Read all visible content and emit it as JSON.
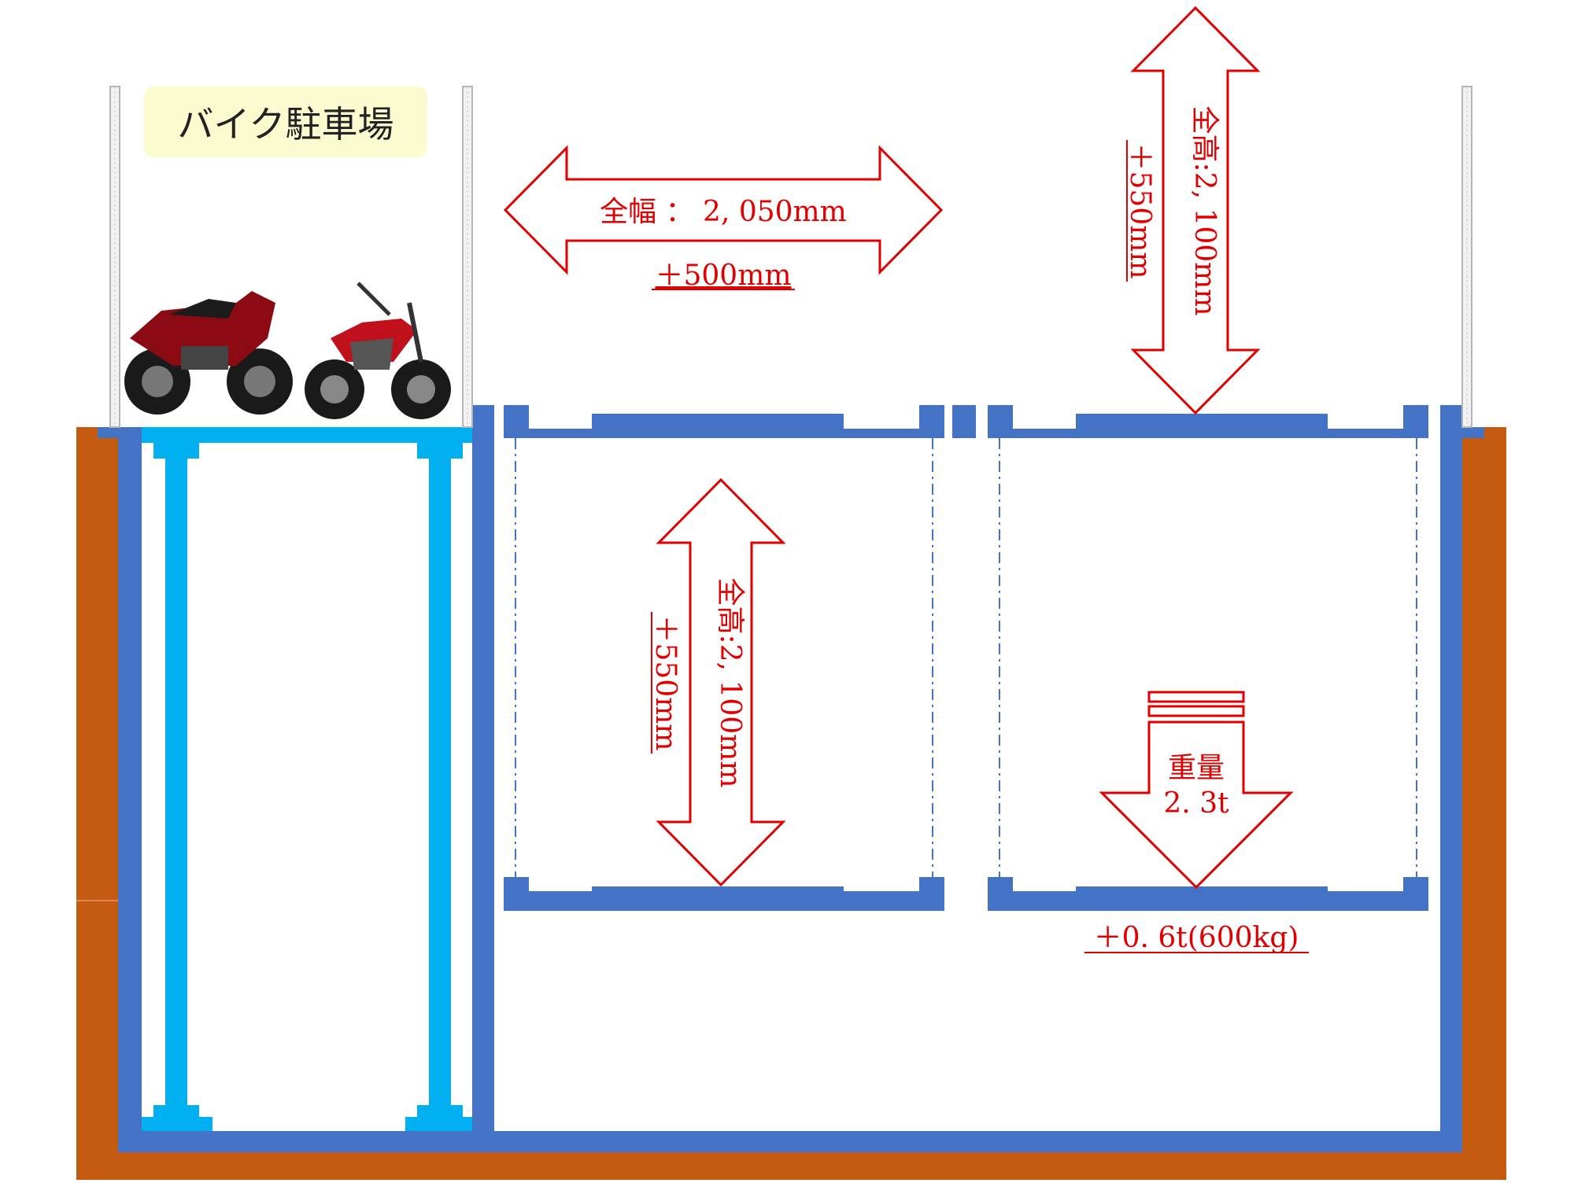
{
  "title": "バイク駐車場",
  "dimensions": {
    "width_label": "全幅 ： 2, 050mm",
    "width_extra": "＋500mm",
    "height_label_top": "全高:2, 100mm",
    "height_extra_top": "＋550mm",
    "height_label_mid": "全高:2, 100mm",
    "height_extra_mid": "＋550mm",
    "weight_label_1": "重量",
    "weight_label_2": "2. 3t",
    "weight_extra": "＋0. 6t(600kg)"
  },
  "colors": {
    "soil": "#c55a11",
    "structure": "#4472c4",
    "lift_frame": "#00b0f0",
    "arrow": "#e00000",
    "label_bg": "#fbfbd0"
  },
  "icons": {
    "motorcycles": [
      "red-sport-motorcycle",
      "red-naked-motorcycle"
    ]
  }
}
